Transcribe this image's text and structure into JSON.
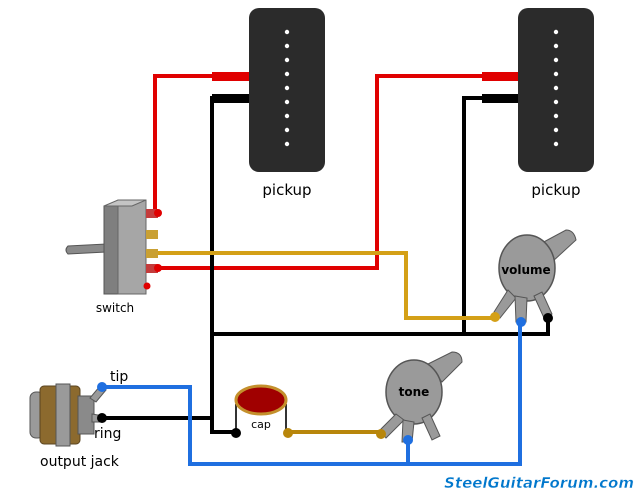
{
  "labels": {
    "pickup_left": "pickup",
    "pickup_right": "pickup",
    "switch": "switch",
    "volume": "volume",
    "tone": "tone",
    "cap": "cap",
    "tip": "tip",
    "ring": "ring",
    "output_jack": "output jack"
  },
  "watermark": "SteelGuitarForum.com",
  "colors": {
    "hot_wire": "#e00000",
    "ground_wire": "#000000",
    "signal_wire": "#d4a017",
    "output_wire": "#1f6fe0",
    "tone_wire": "#b8860b",
    "pickup_body": "#2b2b2b",
    "pot_body": "#9a9a9a",
    "capacitor": "#a00000",
    "watermark": "#0077cc"
  }
}
